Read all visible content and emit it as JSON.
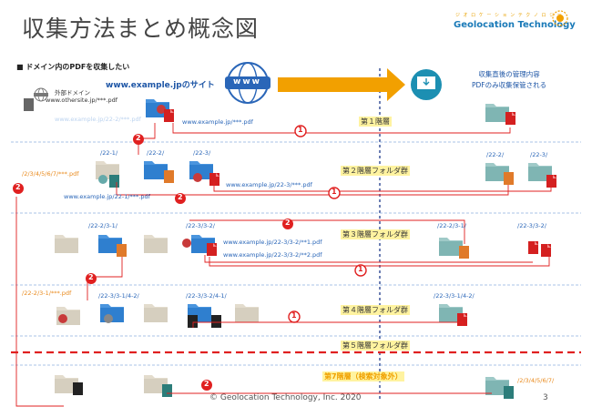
{
  "slide": {
    "title": "収集方法まとめ概念図",
    "logo_text": "Geolocation Technology",
    "logo_small": "ジ オ ロ ケ ー シ ョ ン テ ク ノ ロ ジ ー",
    "headline": "■ ドメイン内のPDFを収集したい",
    "site_label": "www.example.jpのサイト",
    "external_domain_label": "外部ドメイン",
    "external_domain_url": "www.othersite.jp/***.pdf",
    "right_heading_1": "収集直後の管理内容",
    "right_heading_2": "PDFのみ収集保管される",
    "footer": "© Geolocation Technology, Inc. 2020",
    "page_number": "3"
  },
  "layers": {
    "l1": "第１階層",
    "l2": "第２階層フォルダ群",
    "l3": "第３階層フォルダ群",
    "l4": "第４階層フォルダ群",
    "l5": "第５階層フォルダ群",
    "l7": "第7階層（検索対象外）"
  },
  "folders": {
    "f22_1": "/22-1/",
    "f22_2": "/22-2/",
    "f22_3": "/22-3/",
    "f22_3_1": "/22-2/3-1/",
    "f22_3_2": "/22-3/3-2/",
    "f22_3_1_4_2": "/22-3/3-1/4-2/",
    "f22_3_2_4_1": "/22-3/3-2/4-1/",
    "r22_2": "/22-2/",
    "r22_3": "/22-3/",
    "r22_3_1": "/22-2/3-1/",
    "r22_3_2": "/22-3/3-2/",
    "r22_3_1_4_2": "/22-3/3-1/4-2/",
    "r_deep": "/2/3/4/5/6/7/"
  },
  "urls": {
    "u_root_ghost": "www.example.jp/22-2/***.pdf",
    "u_root": "www.example.jp/***.pdf",
    "u_deep_ghost": "/2/3/4/5/6/7/***.pdf",
    "u22_1": "www.example.jp/22-1/***.pdf",
    "u22_3": "www.example.jp/22-3/***.pdf",
    "u3_2_1": "www.example.jp/22-3/3-2/**1.pdf",
    "u3_2_2": "www.example.jp/22-3/3-2/**2.pdf",
    "u3_1": "/22-2/3-1/***.pdf"
  },
  "markers": {
    "one": "1",
    "two": "2"
  },
  "icons": {
    "globe": "www",
    "pdf": "pdf",
    "html": "</>"
  },
  "colors": {
    "brand_blue": "#1e56a6",
    "folder_blue": "#2f7fcf",
    "folder_beige": "#e3dccd",
    "folder_teal": "#7fb5b3",
    "pdf_red": "#d42020",
    "arrow_orange": "#f2a000",
    "marker_red": "#e02020",
    "dashed_divider": "#8fb0e0",
    "red_divider": "#e02020"
  }
}
